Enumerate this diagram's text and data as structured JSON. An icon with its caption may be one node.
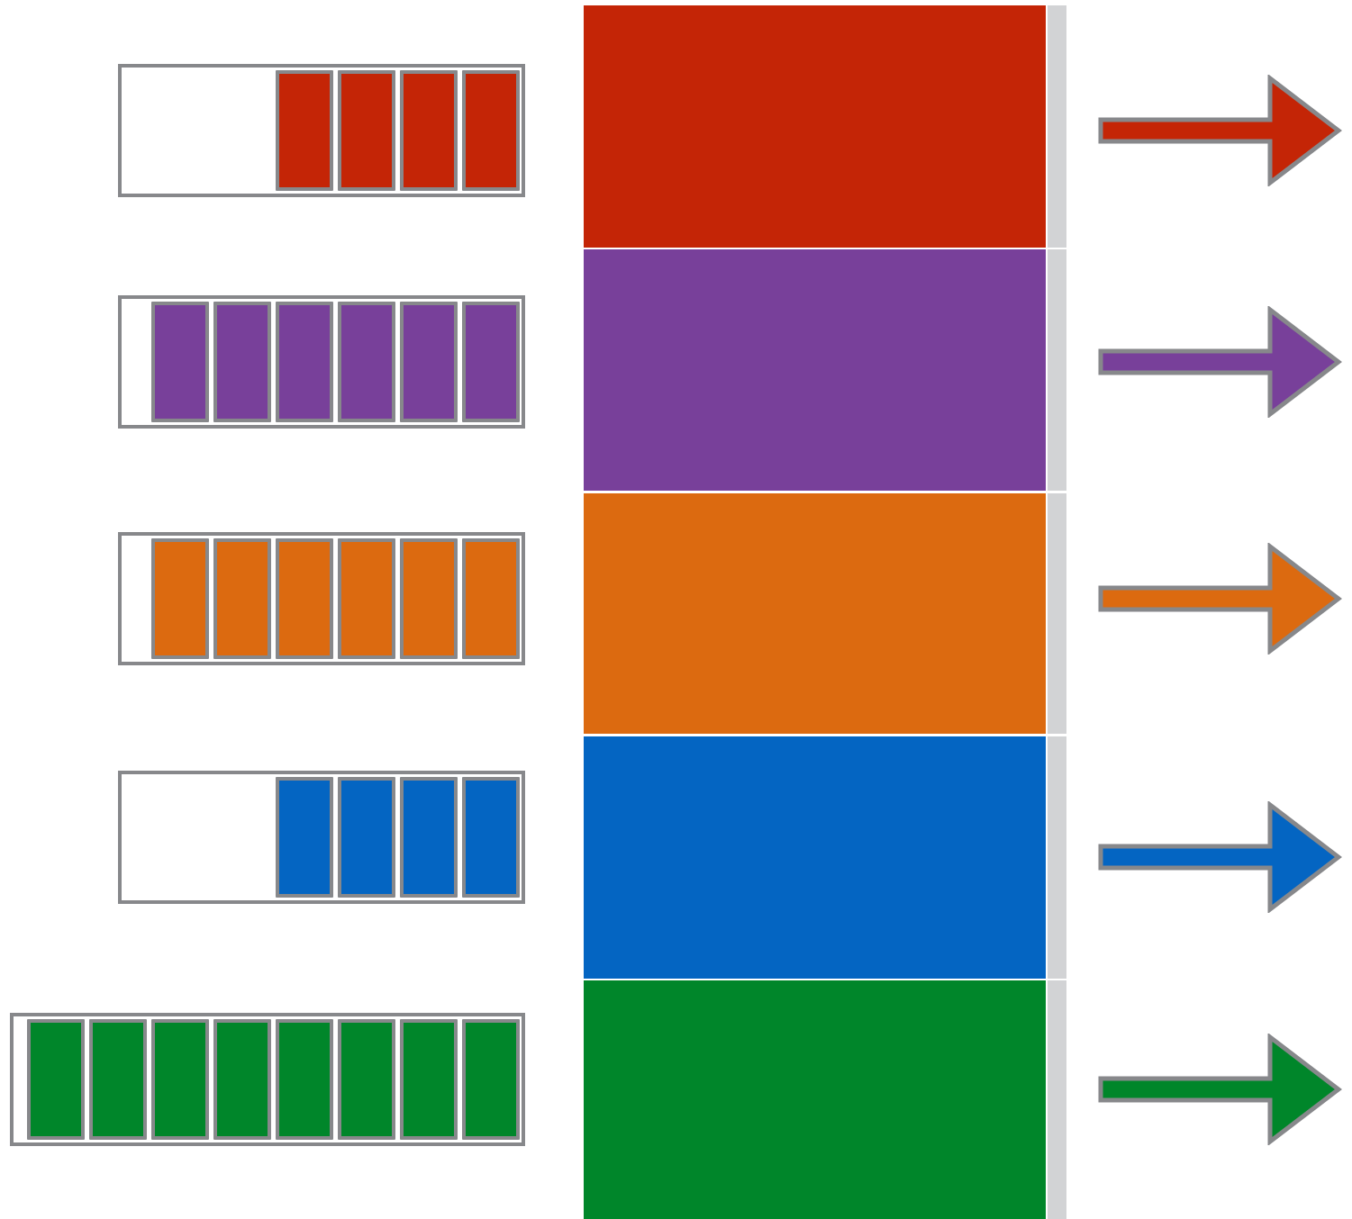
{
  "diagram": {
    "nodes": [
      {
        "text": [],
        "shape": "box"
      },
      {
        "text": [],
        "shape": "bar",
        "in": 0
      },
      {
        "text": [],
        "shape": "bar",
        "in": 0
      },
      {
        "text": [],
        "shape": "bar",
        "in": 0
      },
      {
        "text": [],
        "shape": "bar",
        "in": 0
      },
      {
        "text": [],
        "shape": "box"
      },
      {
        "text": [],
        "shape": "box"
      },
      {
        "text": [],
        "shape": "bar",
        "in": 6
      },
      {
        "text": [],
        "shape": "bar",
        "in": 6
      },
      {
        "text": [],
        "shape": "bar",
        "in": 6
      },
      {
        "text": [],
        "shape": "bar",
        "in": 6
      },
      {
        "text": [],
        "shape": "bar",
        "in": 6
      },
      {
        "text": [],
        "shape": "bar",
        "in": 6
      },
      {
        "text": [],
        "shape": "box"
      },
      {
        "text": [],
        "shape": "box"
      },
      {
        "text": [],
        "shape": "bar",
        "in": 14
      },
      {
        "text": [],
        "shape": "bar",
        "in": 14
      },
      {
        "text": [],
        "shape": "bar",
        "in": 14
      },
      {
        "text": [],
        "shape": "bar",
        "in": 14
      },
      {
        "text": [],
        "shape": "bar",
        "in": 14
      },
      {
        "text": [],
        "shape": "bar",
        "in": 14
      },
      {
        "text": [],
        "shape": "box"
      },
      {
        "text": [],
        "shape": "box"
      },
      {
        "text": [],
        "shape": "bar",
        "in": 22
      },
      {
        "text": [],
        "shape": "bar",
        "in": 22
      },
      {
        "text": [],
        "shape": "bar",
        "in": 22
      },
      {
        "text": [],
        "shape": "bar",
        "in": 22
      },
      {
        "text": [],
        "shape": "box"
      },
      {
        "text": [],
        "shape": "box"
      },
      {
        "text": [],
        "shape": "bar",
        "in": 28
      },
      {
        "text": [],
        "shape": "bar",
        "in": 28
      },
      {
        "text": [],
        "shape": "bar",
        "in": 28
      },
      {
        "text": [],
        "shape": "bar",
        "in": 28
      },
      {
        "text": [],
        "shape": "bar",
        "in": 28
      },
      {
        "text": [],
        "shape": "bar",
        "in": 28
      },
      {
        "text": [],
        "shape": "bar",
        "in": 28
      },
      {
        "text": [],
        "shape": "bar",
        "in": 28
      },
      {
        "text": [],
        "shape": "box"
      }
    ]
  }
}
